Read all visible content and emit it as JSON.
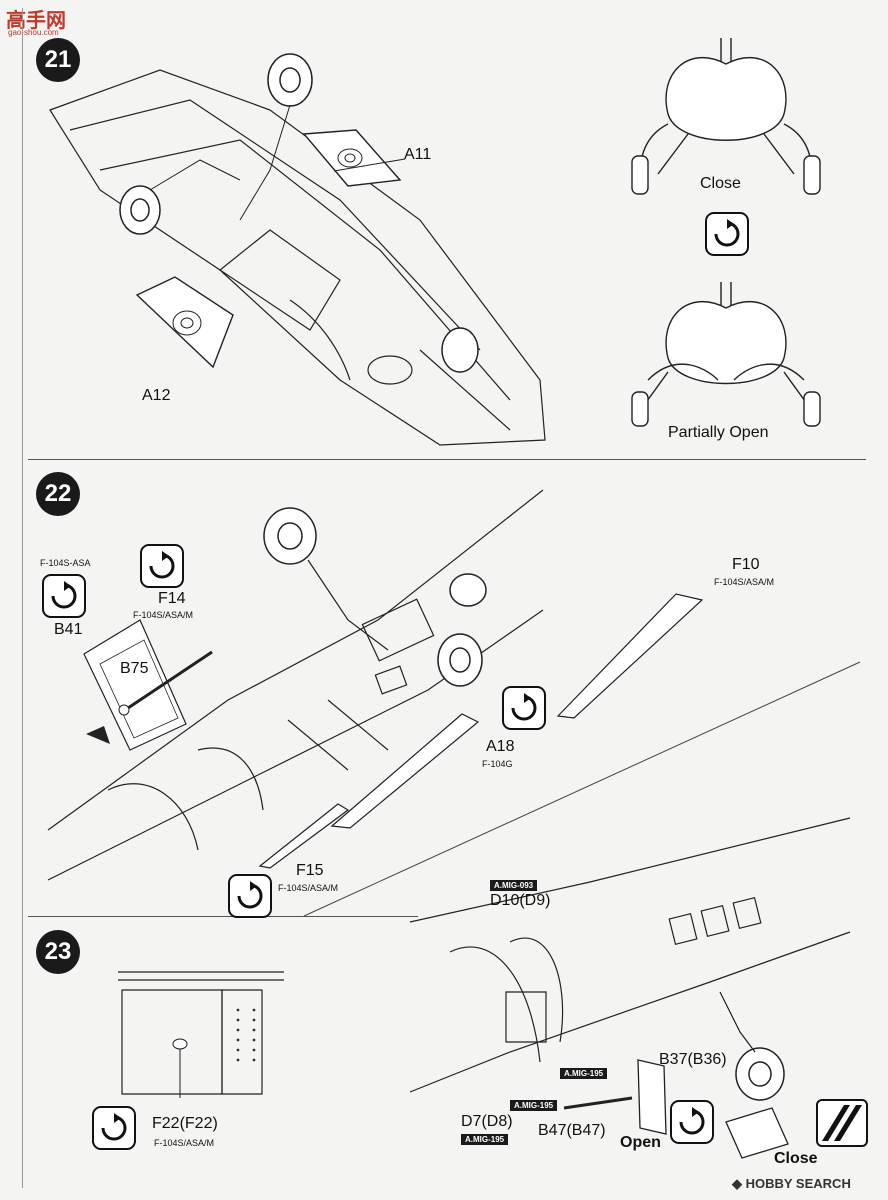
{
  "watermark": {
    "brand_cn": "高手网",
    "brand_url": "gao-shou.com"
  },
  "steps": {
    "s21": "21",
    "s22": "22",
    "s23": "23"
  },
  "step21": {
    "parts": {
      "a11": "A11",
      "a12": "A12"
    },
    "views": {
      "close": "Close",
      "partially_open": "Partially Open"
    }
  },
  "step22": {
    "parts": {
      "f14": "F14",
      "f14_note": "F-104S/ASA/M",
      "f10": "F10",
      "f10_note": "F-104S/ASA/M",
      "b41": "B41",
      "b41_note": "F-104S-ASA",
      "b75": "B75",
      "a18": "A18",
      "a18_note": "F-104G",
      "f15": "F15",
      "f15_note": "F-104S/ASA/M"
    }
  },
  "step23": {
    "parts": {
      "f22": "F22(F22)",
      "f22_note": "F-104S/ASA/M",
      "d10": "D10(D9)",
      "d7": "D7(D8)",
      "b37": "B37(B36)",
      "b47": "B47(B47)"
    },
    "paints": {
      "mig093": "A.MIG-093",
      "mig195_a": "A.MIG-195",
      "mig195_b": "A.MIG-195",
      "mig195_c": "A.MIG-195"
    },
    "views": {
      "open": "Open",
      "close": "Close"
    }
  },
  "footer": {
    "brand": "HOBBY SEARCH"
  }
}
